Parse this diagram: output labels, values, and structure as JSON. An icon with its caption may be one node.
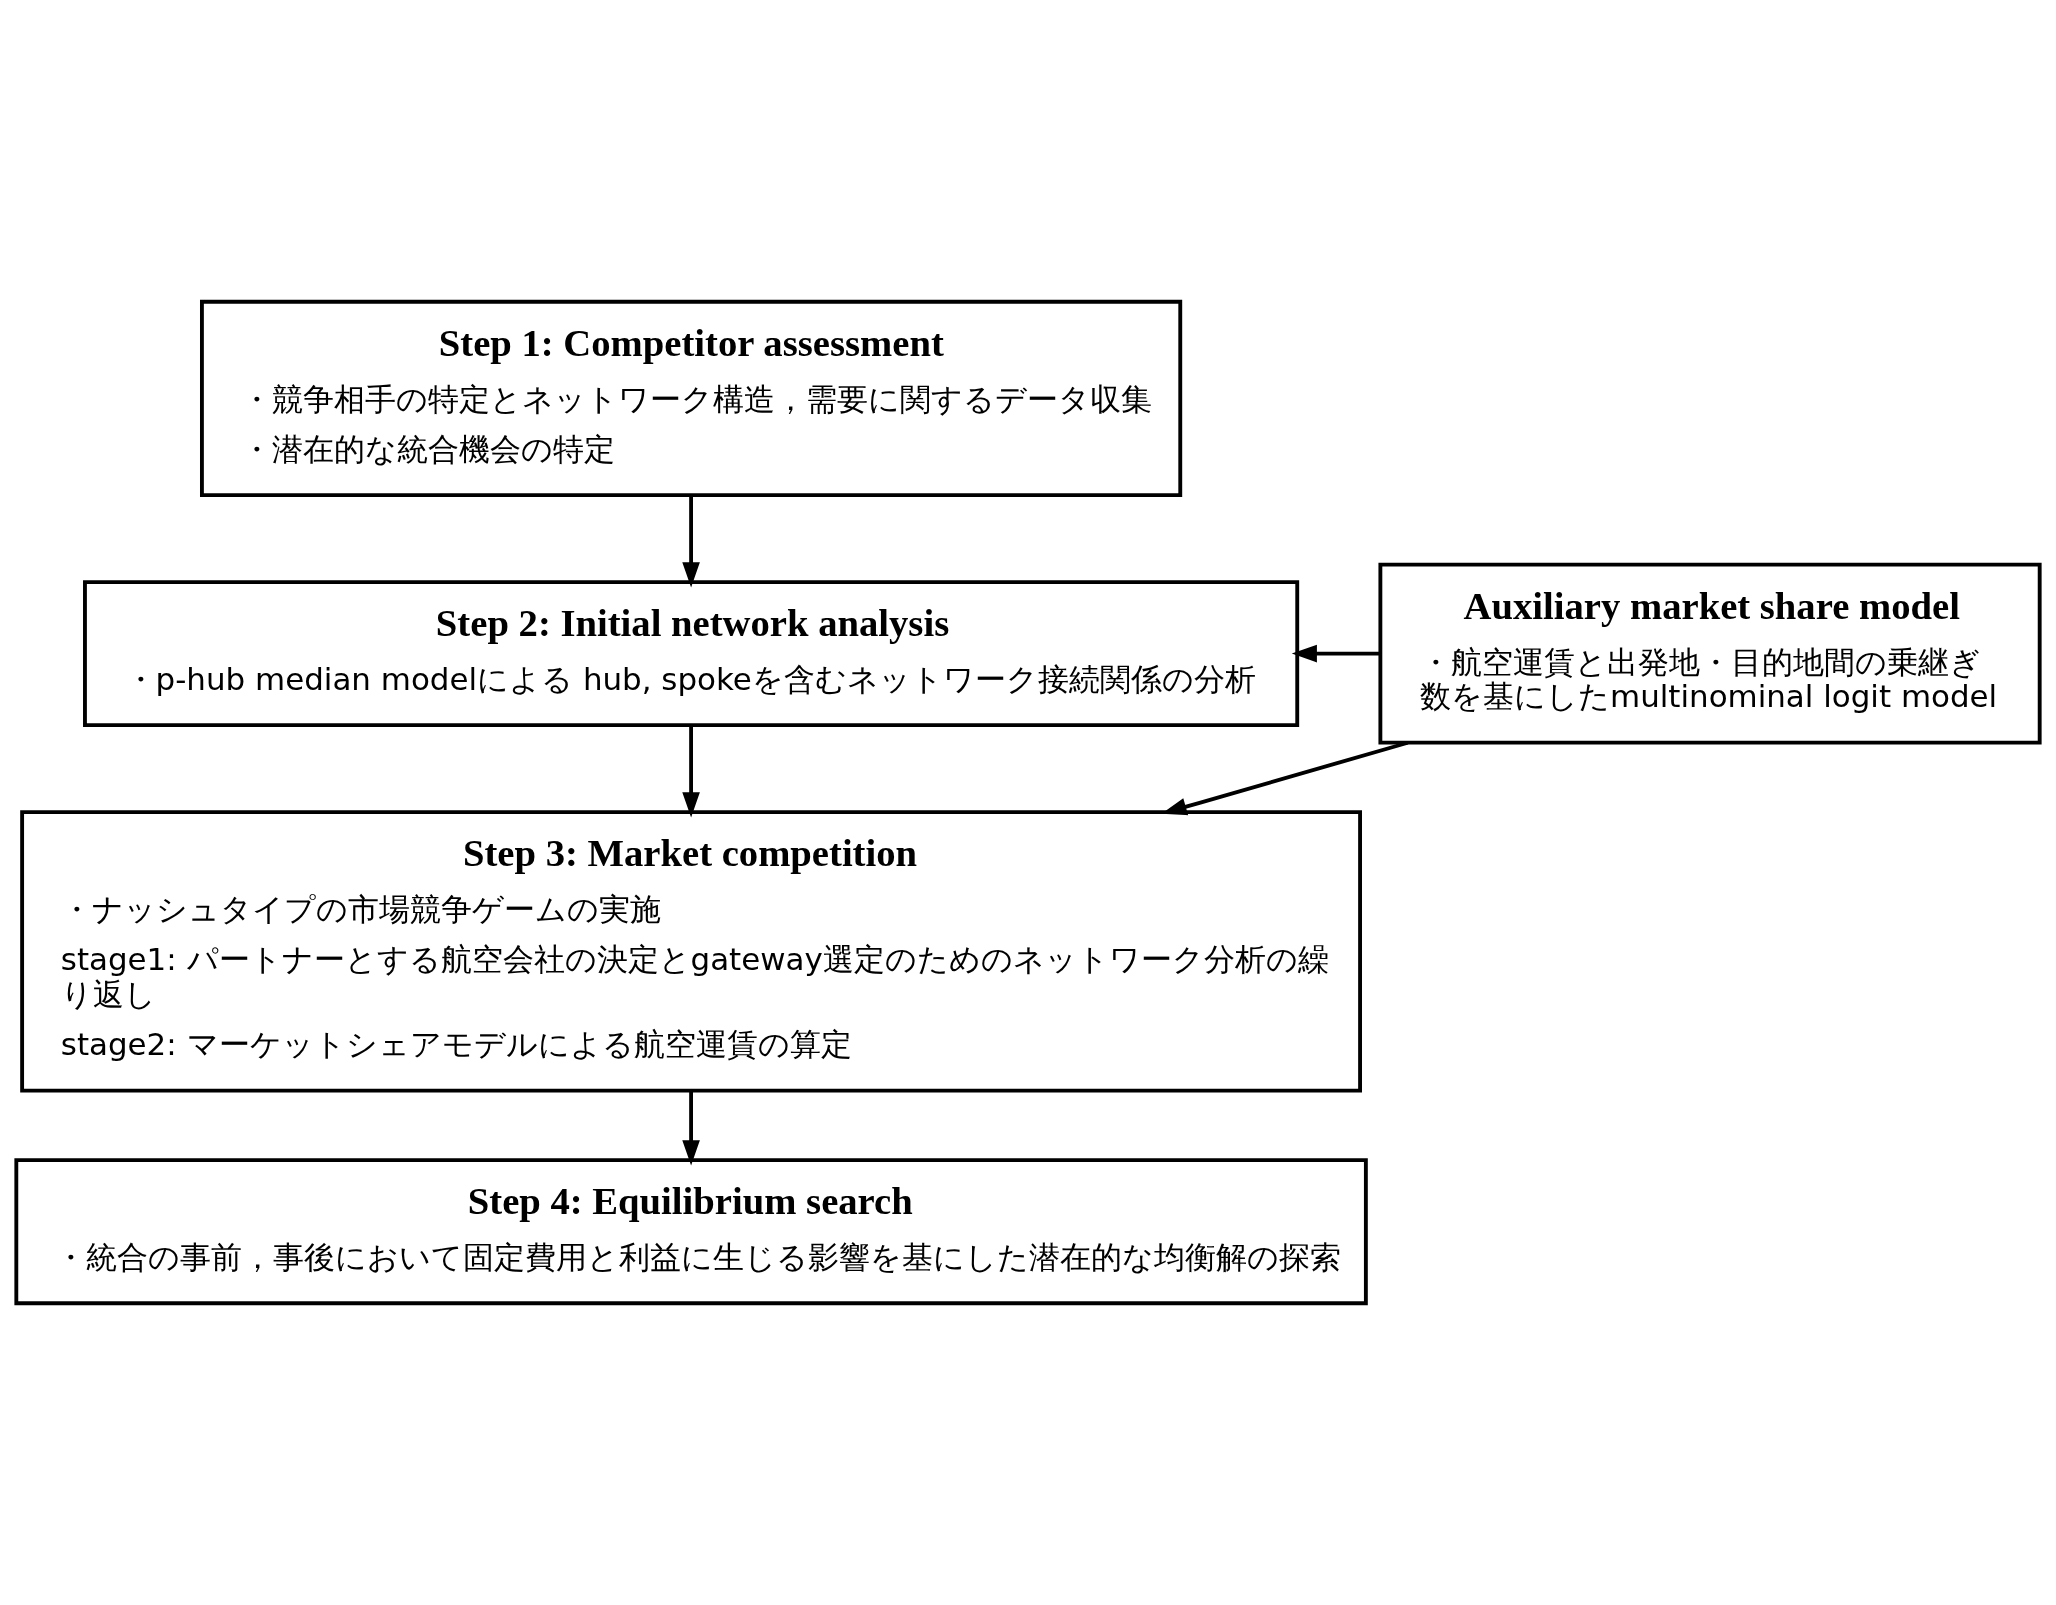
{
  "diagram": {
    "nodes": [
      {
        "text": [
          "Step 1: Competitor assessment",
          "・競争相手の特定とネットワーク構造，需要に関するデータ収集",
          "・潜在的な統合機会の特定"
        ]
      },
      {
        "text": [
          "Step 2: Initial network analysis",
          "・p-hub median modelによる hub, spokeを含むネットワーク接続関係の分析"
        ]
      },
      {
        "text": [
          "Step 3: Market competition",
          "・ナッシュタイプの市場競争ゲームの実施",
          "stage1: パートナーとする航空会社の決定とgateway選定のためのネットワーク分析の繰り返し",
          "stage2: マーケットシェアモデルによる航空運賃の算定"
        ]
      },
      {
        "text": [
          "Auxiliary market share model",
          "・航空運賃と出発地・目的地間の乗継ぎ数を基にしたmultinominal logit model"
        ]
      },
      {
        "text": [
          "Step 4: Equilibrium search",
          "・統合の事前，事後において固定費用と利益に生じる影響を基にした潜在的な均衡解の探索"
        ]
      }
    ],
    "edges": [
      {
        "from": 0,
        "to": 1,
        "arrow": "to"
      },
      {
        "from": 3,
        "to": 1,
        "arrow": "to"
      },
      {
        "from": 1,
        "to": 2,
        "arrow": "to"
      },
      {
        "from": 3,
        "to": 2,
        "arrow": "to"
      },
      {
        "from": 2,
        "to": 4,
        "arrow": "to"
      }
    ]
  }
}
